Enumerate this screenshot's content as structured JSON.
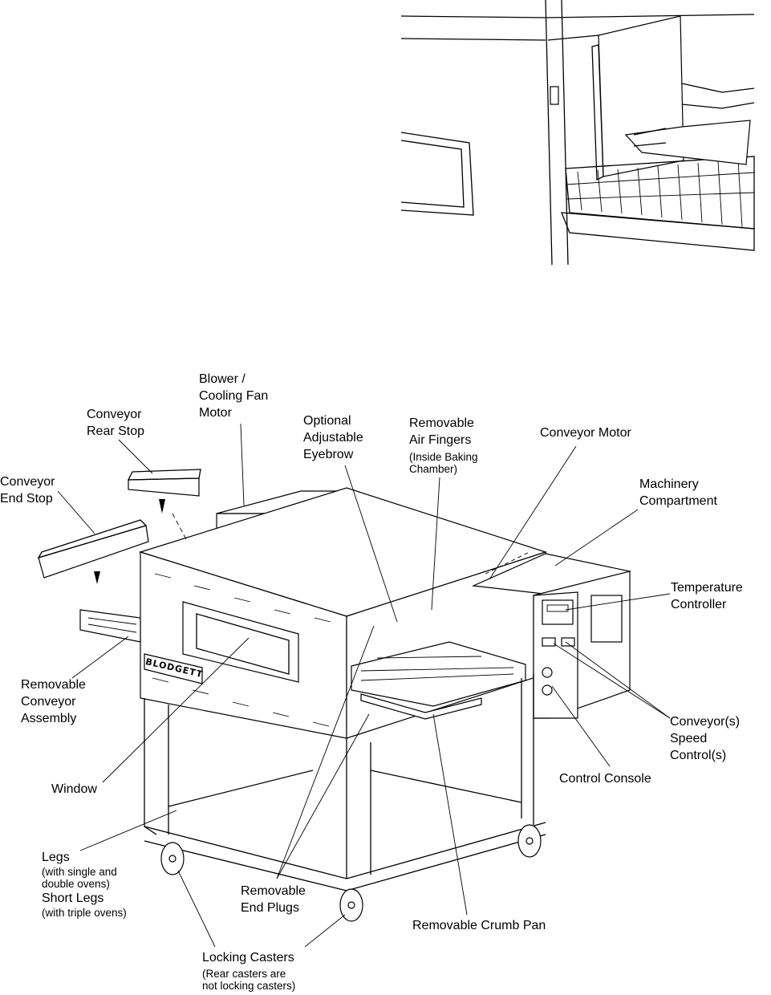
{
  "labels": {
    "blower": [
      "Blower /",
      "Cooling Fan",
      "Motor"
    ],
    "rear_stop": [
      "Conveyor",
      "Rear Stop"
    ],
    "end_stop": [
      "Conveyor",
      "End Stop"
    ],
    "eyebrow": [
      "Optional",
      "Adjustable",
      "Eyebrow"
    ],
    "air_fingers": [
      "Removable",
      "Air Fingers"
    ],
    "air_fingers_note": [
      "(Inside Baking",
      "Chamber)"
    ],
    "conveyor_motor": "Conveyor Motor",
    "machinery": [
      "Machinery",
      "Compartment"
    ],
    "temp_controller": [
      "Temperature",
      "Controller"
    ],
    "removable_conveyor": [
      "Removable",
      "Conveyor",
      "Assembly"
    ],
    "speed_control": [
      "Conveyor(s)",
      "Speed",
      "Control(s)"
    ],
    "control_console": "Control Console",
    "window": "Window",
    "legs": "Legs",
    "legs_note": [
      "(with single and",
      "double ovens)"
    ],
    "short_legs": "Short Legs",
    "short_legs_note": "(with triple ovens)",
    "end_plugs": [
      "Removable",
      "End Plugs"
    ],
    "crumb_pan": "Removable Crumb Pan",
    "casters": "Locking Casters",
    "casters_note": [
      "(Rear casters are",
      "not locking casters)"
    ]
  },
  "logo_text": "BLODGETT"
}
